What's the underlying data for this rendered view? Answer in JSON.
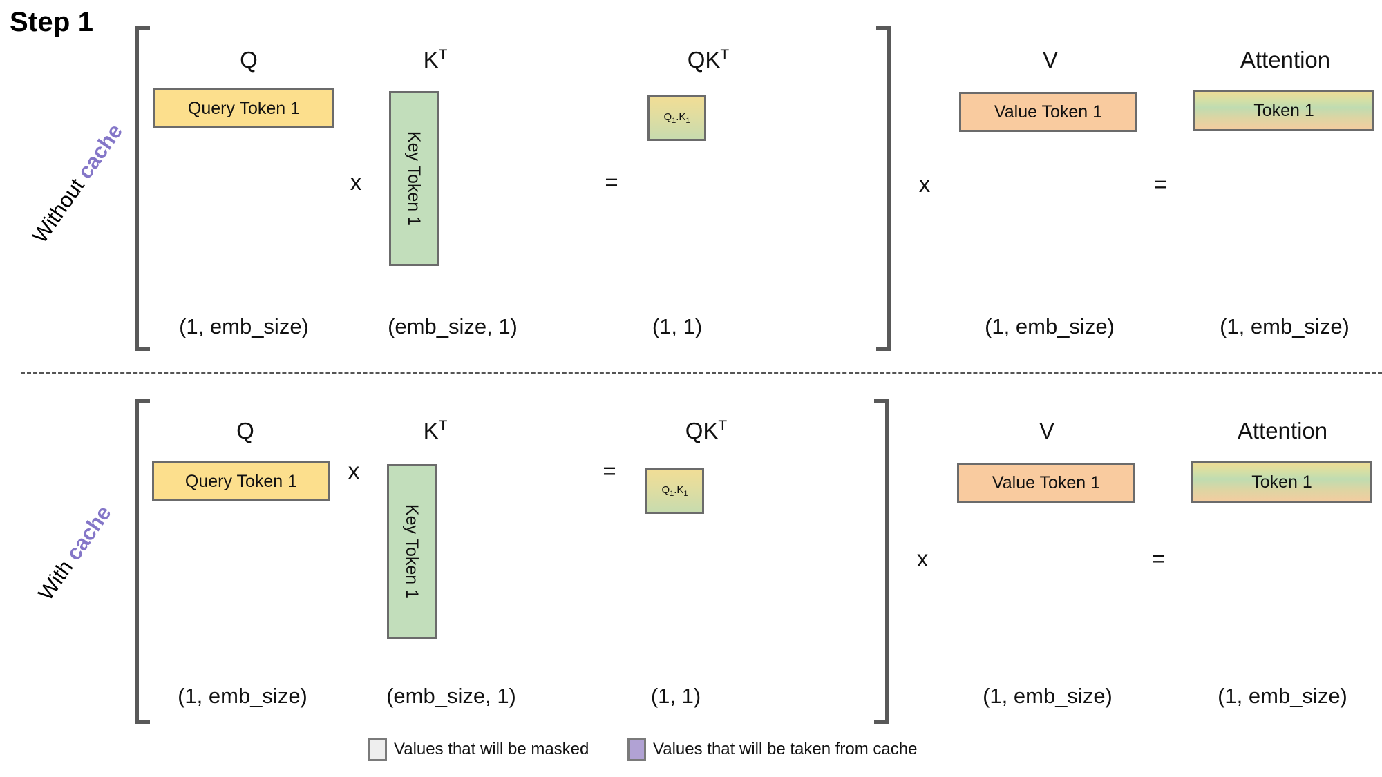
{
  "title": "Step 1",
  "colors": {
    "query": "#fcdf8d",
    "key": "#c2debb",
    "value": "#f9cb9f",
    "cache_accent": "#8476c8",
    "masked_swatch": "#eeeeee",
    "cache_swatch": "#b1a2d4",
    "box_border": "#6b6b6b",
    "bracket": "#595959"
  },
  "rows": [
    {
      "id": "without-cache",
      "label_plain": "Without",
      "label_accent": "cache",
      "group_left": {
        "captions": {
          "q": "Q",
          "kt_base": "K",
          "kt_sup": "T",
          "qkt_base": "QK",
          "qkt_sup": "T"
        },
        "operators": {
          "multiply": "x",
          "equals": "="
        },
        "q_box": "Query Token 1",
        "k_box": "Key Token 1",
        "qk_box": {
          "left": "Q",
          "left_sub": "1",
          "dot": ".",
          "right": "K",
          "right_sub": "1"
        },
        "dims": {
          "q": "(1, emb_size)",
          "kt": "(emb_size, 1)",
          "qkt": "(1, 1)"
        }
      },
      "group_right": {
        "captions": {
          "v": "V",
          "attention": "Attention"
        },
        "operators": {
          "multiply": "x",
          "equals": "="
        },
        "v_box": "Value Token 1",
        "attn_box": "Token 1",
        "dims": {
          "v": "(1, emb_size)",
          "attention": "(1, emb_size)"
        }
      }
    },
    {
      "id": "with-cache",
      "label_plain": "With",
      "label_accent": "cache",
      "group_left": {
        "captions": {
          "q": "Q",
          "kt_base": "K",
          "kt_sup": "T",
          "qkt_base": "QK",
          "qkt_sup": "T"
        },
        "operators": {
          "multiply": "x",
          "equals": "="
        },
        "q_box": "Query Token 1",
        "k_box": "Key Token 1",
        "qk_box": {
          "left": "Q",
          "left_sub": "1",
          "dot": ".",
          "right": "K",
          "right_sub": "1"
        },
        "dims": {
          "q": "(1, emb_size)",
          "kt": "(emb_size, 1)",
          "qkt": "(1, 1)"
        }
      },
      "group_right": {
        "captions": {
          "v": "V",
          "attention": "Attention"
        },
        "operators": {
          "multiply": "x",
          "equals": "="
        },
        "v_box": "Value Token 1",
        "attn_box": "Token 1",
        "dims": {
          "v": "(1, emb_size)",
          "attention": "(1, emb_size)"
        }
      }
    }
  ],
  "legend": [
    {
      "swatch_name": "masked-swatch",
      "label": "Values that will be masked"
    },
    {
      "swatch_name": "cache-swatch",
      "label": "Values that will be taken from cache"
    }
  ]
}
